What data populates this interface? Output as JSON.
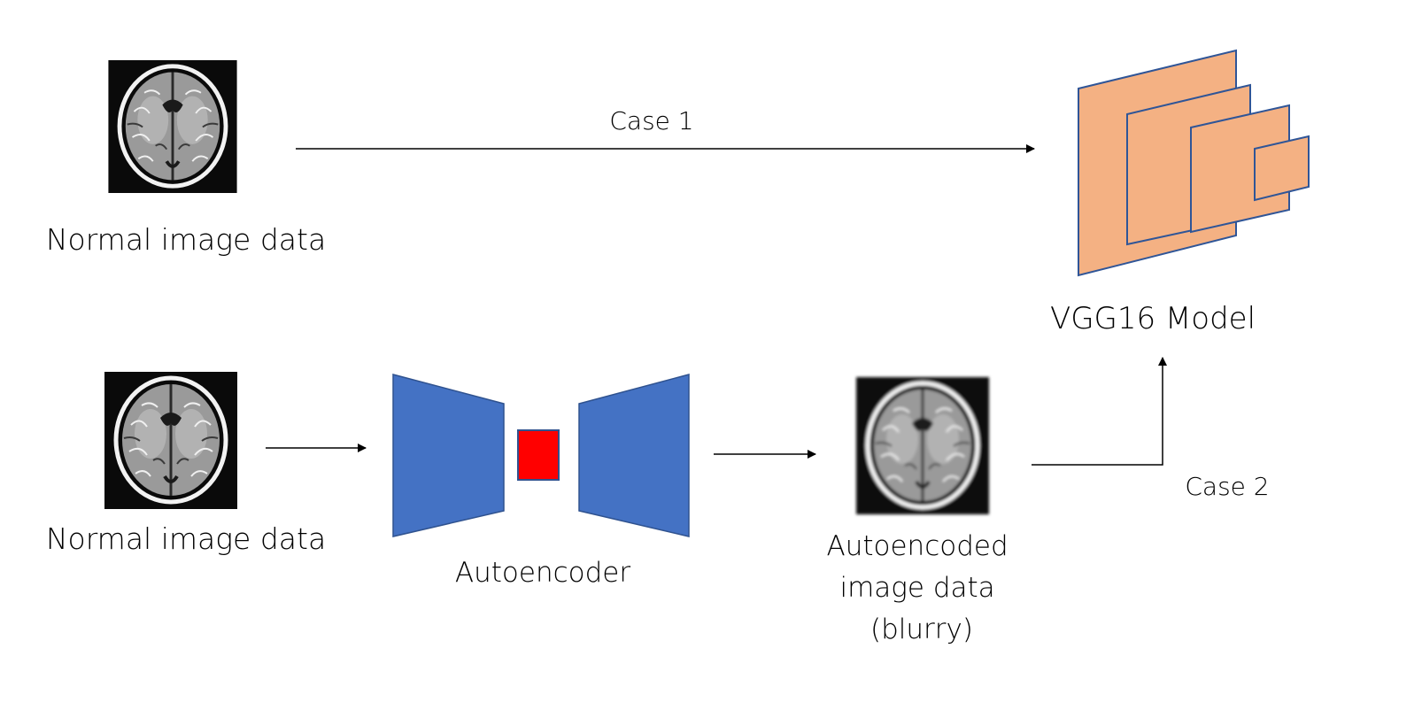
{
  "colors": {
    "brain_bg": "#0a0a0a",
    "brain_tissue": "#9a9a9a",
    "brain_blurry_tissue": "#8c8c8c",
    "autoencoder_blue": "#4472c4",
    "autoencoder_edge": "#2f528f",
    "latent_red": "#ff0000",
    "vgg_fill": "#f4b183",
    "vgg_edge": "#2f5597",
    "arrow": "#000000"
  },
  "icons": {
    "brain_top": "brain-mri-icon",
    "brain_bottom": "brain-mri-icon",
    "brain_blurry": "brain-mri-blurry-icon",
    "autoencoder": "autoencoder-shape",
    "vgg": "vgg16-layers"
  },
  "labels": {
    "top_input": "Normal image data",
    "bottom_input": "Normal image data",
    "case1": "Case 1",
    "case2": "Case 2",
    "vgg": "VGG16 Model",
    "autoencoder": "Autoencoder",
    "autoencoded": [
      "Autoencoded",
      "image data",
      "(blurry)"
    ]
  }
}
